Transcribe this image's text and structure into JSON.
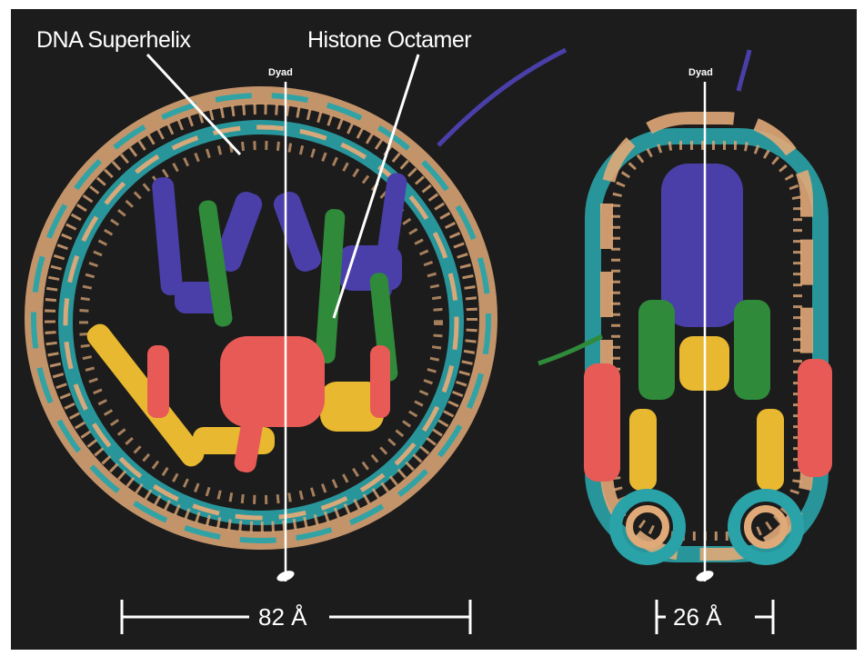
{
  "labels": {
    "dna_superhelix": "DNA Superhelix",
    "histone_octamer": "Histone Octamer",
    "dyad_left": "Dyad",
    "dyad_right": "Dyad",
    "scale_left": "82 Å",
    "scale_right": "26 Å"
  },
  "colors": {
    "background": "#1c1c1c",
    "dna_backbone_teal": "#2aa3a8",
    "dna_backbone_tan": "#e0a978",
    "histone_blue": "#4a3fa8",
    "histone_green": "#2f8a3a",
    "histone_yellow": "#e8b830",
    "histone_red": "#e85a55",
    "annotation": "#ffffff"
  }
}
